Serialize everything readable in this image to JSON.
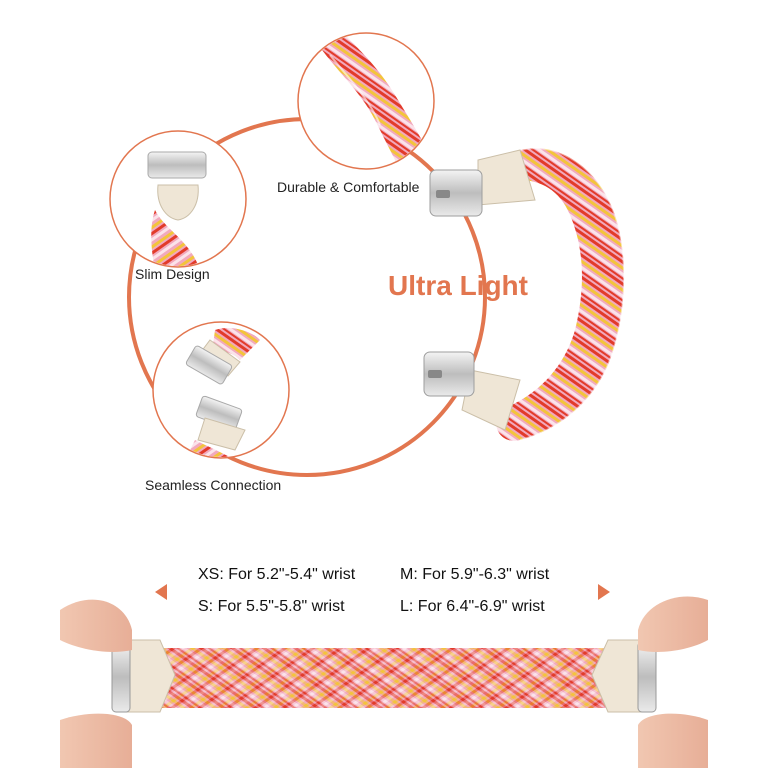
{
  "accent_color": "#e2764f",
  "features": {
    "durable": "Durable & Comfortable",
    "slim": "Slim Design",
    "seamless": "Seamless Connection"
  },
  "headline": "Ultra Light",
  "sizes": {
    "xs": "XS: For 5.2\"-5.4\" wrist",
    "m": "M: For 5.9\"-6.3\" wrist",
    "s": "S: For 5.5\"-5.8\" wrist",
    "l": "L: For 6.4\"-6.9\" wrist"
  }
}
